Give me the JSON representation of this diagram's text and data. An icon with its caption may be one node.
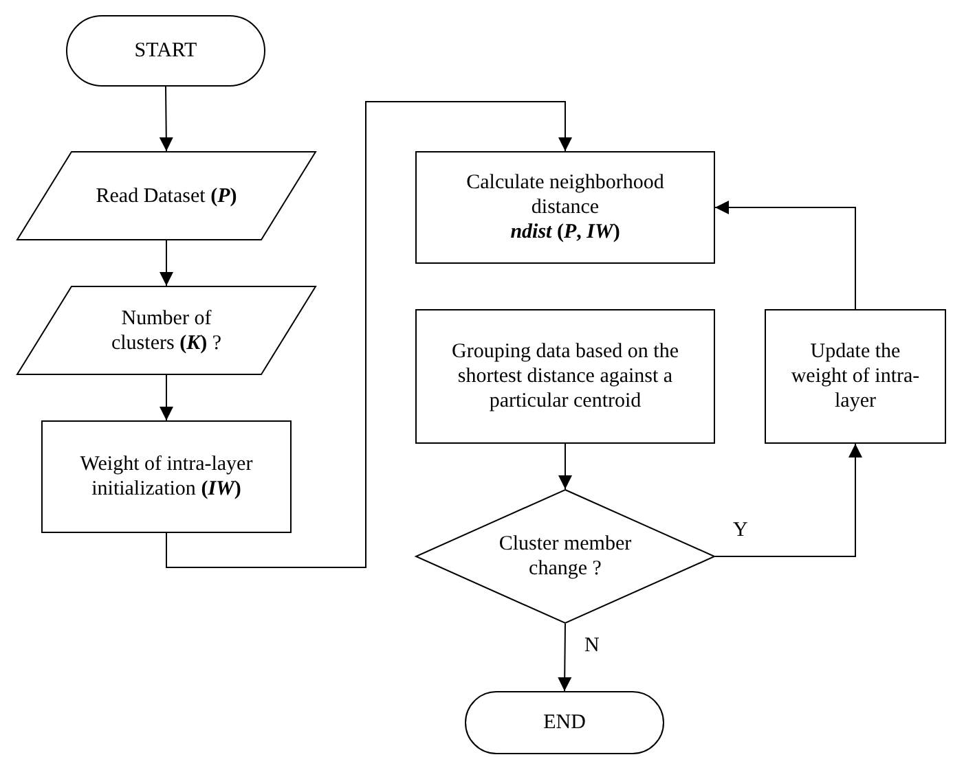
{
  "diagram": {
    "nodes": [
      {
        "text": [
          "START"
        ]
      },
      {
        "text": [
          "Read Dataset **(*P*)**"
        ]
      },
      {
        "text": [
          "Number of clusters **(*K*)** ?"
        ]
      },
      {
        "text": [
          "Weight of intra-layer initialization **(*IW*)**"
        ]
      },
      {
        "text": [
          "Calculate neighborhood distance",
          "*ndist* (*P*, *IW*)"
        ]
      },
      {
        "text": [
          "Grouping data based on the shortest distance against a particular centroid"
        ]
      },
      {
        "text": [
          "Update the weight of intra-layer"
        ]
      },
      {
        "text": [
          "Cluster  member change ?"
        ]
      },
      {
        "text": [
          "END"
        ]
      }
    ],
    "edges": [
      {
        "from": 0,
        "to": 1,
        "arrow": "to"
      },
      {
        "from": 1,
        "to": 2,
        "arrow": "to"
      },
      {
        "from": 2,
        "to": 3,
        "arrow": "to"
      },
      {
        "from": 3,
        "to": 4,
        "arrow": "to"
      },
      {
        "from": 6,
        "to": 4,
        "arrow": "to"
      },
      {
        "from": 5,
        "to": 7,
        "arrow": "to"
      },
      {
        "from": 7,
        "to": 6,
        "arrow": "to",
        "label": "Y"
      },
      {
        "from": 7,
        "to": 8,
        "arrow": "to",
        "label": "N"
      }
    ]
  }
}
